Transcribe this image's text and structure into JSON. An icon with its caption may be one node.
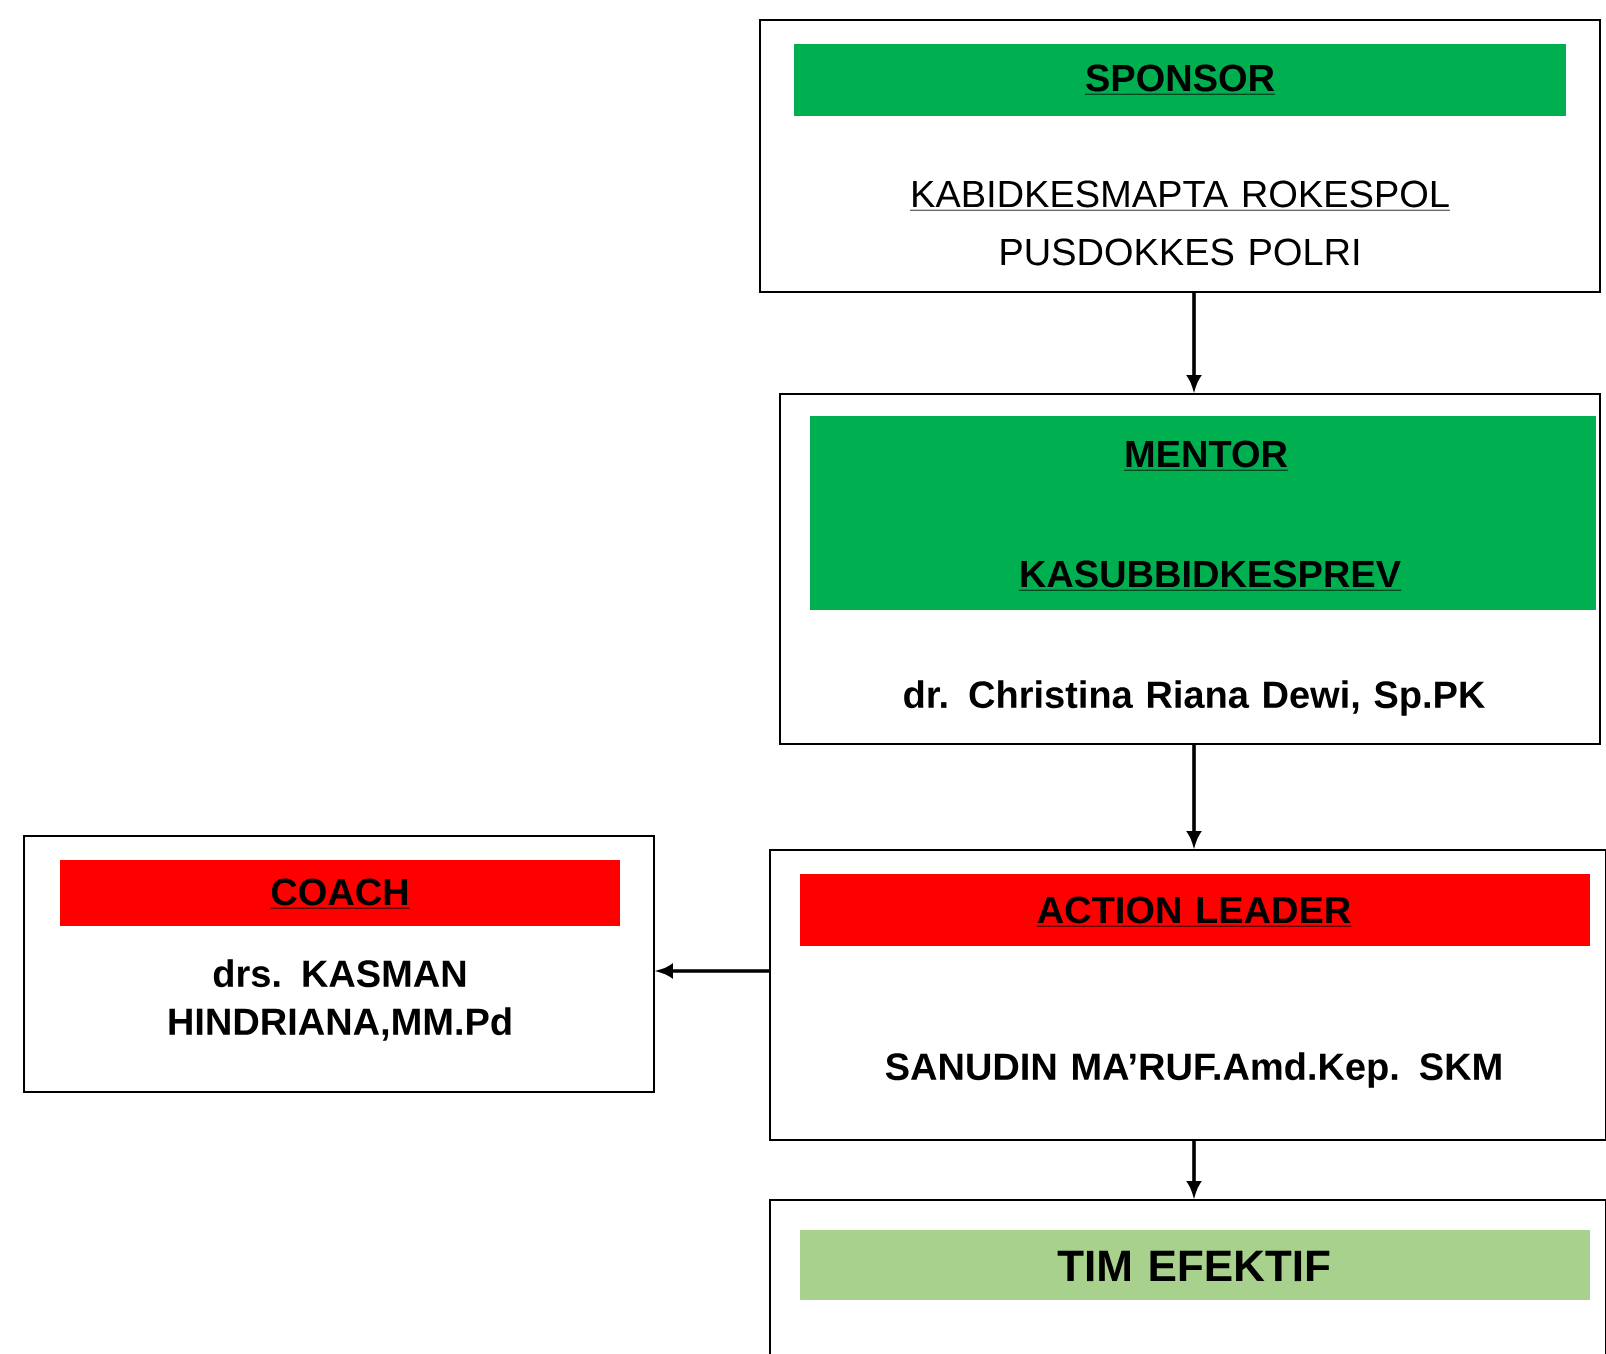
{
  "diagram": {
    "nodes": [
      {
        "text": [
          "SPONSOR",
          "KABIDKESMAPTA ROKESPOL",
          "PUSDOKKES POLRI"
        ]
      },
      {
        "text": [
          "MENTOR",
          "KASUBBIDKESPREV",
          "dr. Christina Riana Dewi, Sp.PK"
        ]
      },
      {
        "text": [
          "ACTION LEADER",
          "SANUDIN MA’RUF.Amd.Kep. SKM"
        ]
      },
      {
        "text": [
          "COACH",
          "drs. KASMAN HINDRIANA,MM.Pd"
        ]
      },
      {
        "text": [
          "TIM EFEKTIF"
        ]
      }
    ],
    "edges": [
      {
        "from": 0,
        "to": 1,
        "arrow": "to"
      },
      {
        "from": 1,
        "to": 2,
        "arrow": "to"
      },
      {
        "from": 2,
        "to": 3,
        "arrow": "to"
      },
      {
        "from": 2,
        "to": 4,
        "arrow": "to"
      }
    ]
  }
}
